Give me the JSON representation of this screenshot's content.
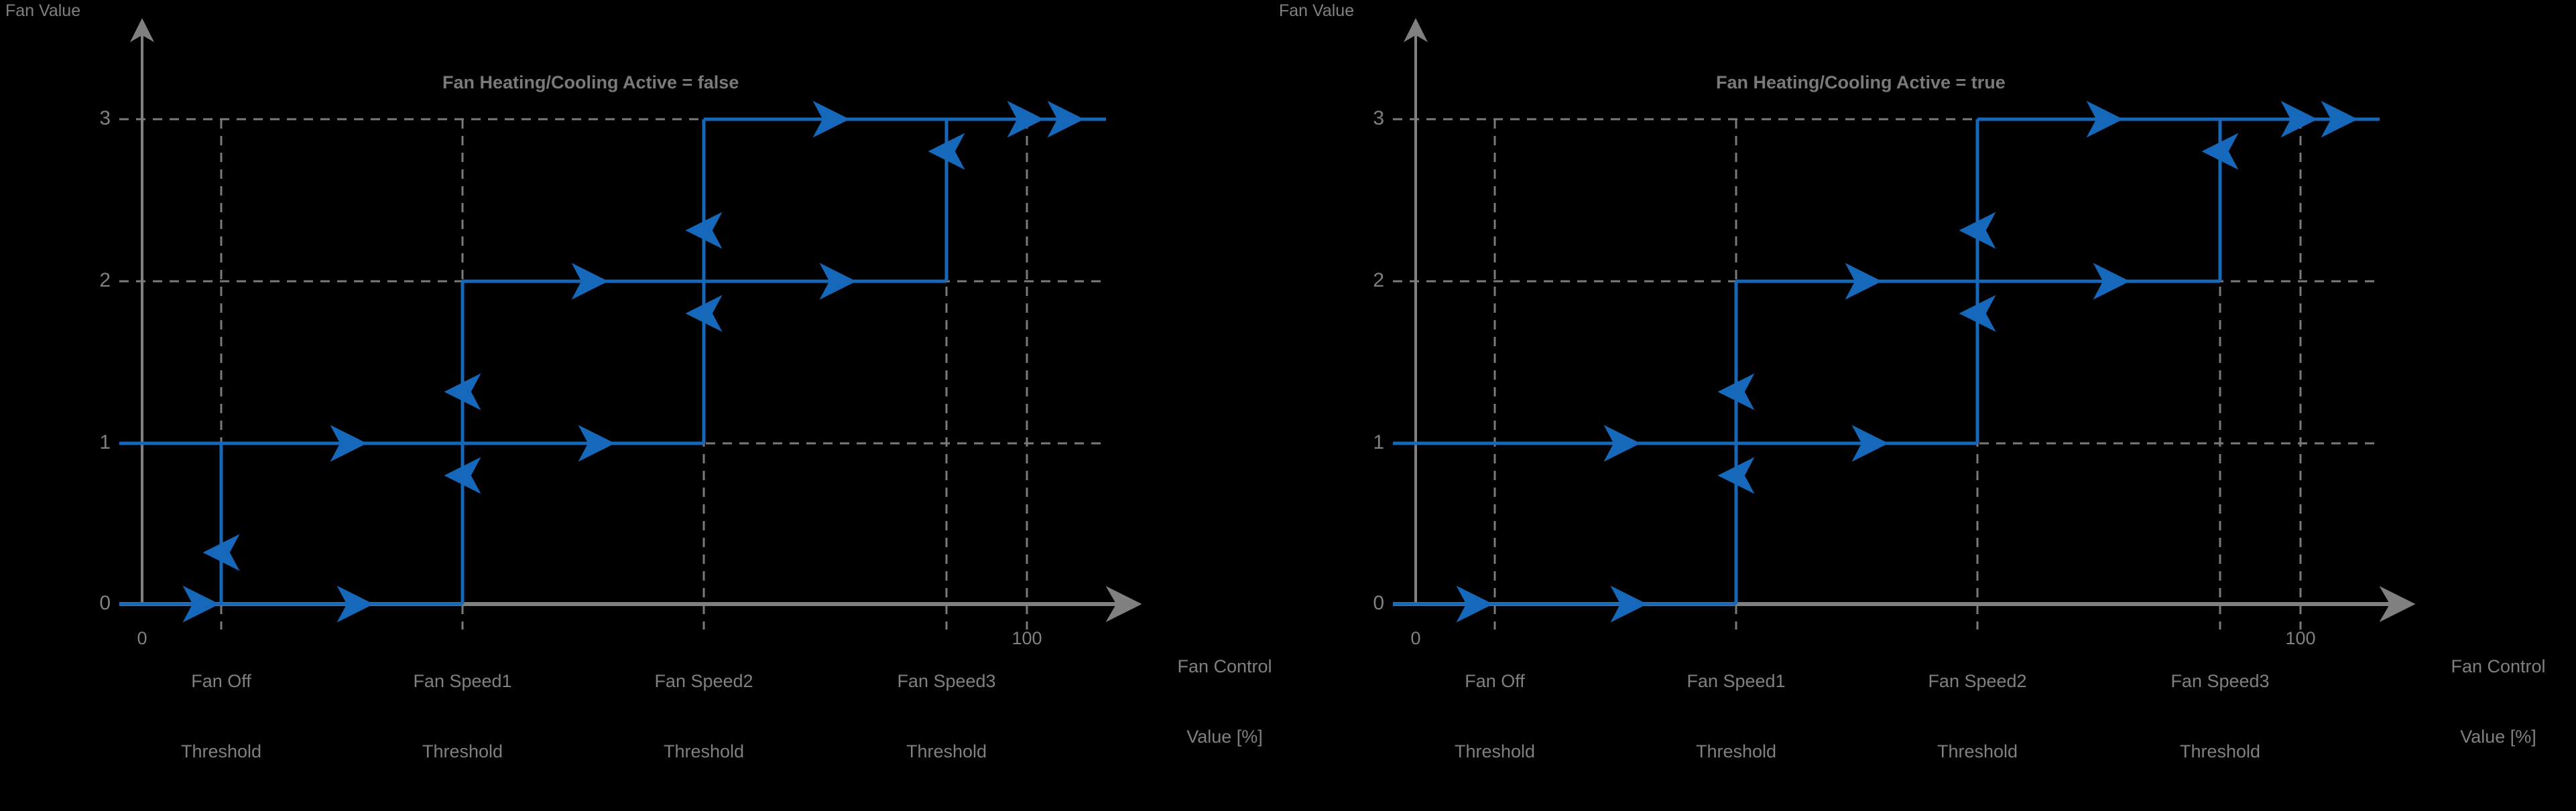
{
  "figure": {
    "background_color": "#000000",
    "line_color": "#1668bb",
    "axis_color": "#808080",
    "grid_color": "#7a7a7a"
  },
  "panels": [
    {
      "id": "fan-hysteresis-false",
      "title": "Fan Heating/Cooling Active = false",
      "y_axis_label": "Fan Value",
      "x_axis_label_line1": "Fan Control",
      "x_axis_label_line2": "Value [%]",
      "y_ticks": [
        "3",
        "2",
        "1",
        "0"
      ],
      "x_origin_label": "0",
      "x_max_label": "100",
      "x_categories": [
        {
          "line1": "Fan Off",
          "line2": "Threshold"
        },
        {
          "line1": "Fan Speed1",
          "line2": "Threshold"
        },
        {
          "line1": "Fan Speed2",
          "line2": "Threshold"
        },
        {
          "line1": "Fan Speed3",
          "line2": "Threshold"
        }
      ]
    },
    {
      "id": "fan-hysteresis-true",
      "title": "Fan Heating/Cooling Active = true",
      "y_axis_label": "Fan Value",
      "x_axis_label_line1": "Fan Control",
      "x_axis_label_line2": "Value [%]",
      "y_ticks": [
        "3",
        "2",
        "1",
        "0"
      ],
      "x_origin_label": "0",
      "x_max_label": "100",
      "x_categories": [
        {
          "line1": "Fan Off",
          "line2": "Threshold"
        },
        {
          "line1": "Fan Speed1",
          "line2": "Threshold"
        },
        {
          "line1": "Fan Speed2",
          "line2": "Threshold"
        },
        {
          "line1": "Fan Speed3",
          "line2": "Threshold"
        }
      ]
    }
  ],
  "chart_data": [
    {
      "type": "line",
      "title": "Fan Heating/Cooling Active = false",
      "xlabel": "Fan Control Value [%]",
      "ylabel": "Fan Value",
      "ylim": [
        0,
        3
      ],
      "yticks": [
        0,
        1,
        2,
        3
      ],
      "xlim": [
        0,
        100
      ],
      "xticks": [
        0,
        100
      ],
      "grid": true,
      "x_threshold_labels": [
        "Fan Off Threshold",
        "Fan Speed1 Threshold",
        "Fan Speed2 Threshold",
        "Fan Speed3 Threshold"
      ],
      "x_threshold_values": [
        9,
        36,
        63,
        90
      ],
      "series": [
        {
          "name": "rising (fan control value increasing)",
          "direction": "right",
          "points": [
            {
              "x": 0,
              "y": 0
            },
            {
              "x": 36,
              "y": 0
            },
            {
              "x": 36,
              "y": 1
            },
            {
              "x": 63,
              "y": 1
            },
            {
              "x": 63,
              "y": 2
            },
            {
              "x": 90,
              "y": 2
            },
            {
              "x": 90,
              "y": 3
            },
            {
              "x": 100,
              "y": 3
            }
          ]
        },
        {
          "name": "falling (fan control value decreasing)",
          "direction": "left",
          "points": [
            {
              "x": 100,
              "y": 3
            },
            {
              "x": 63,
              "y": 3
            },
            {
              "x": 63,
              "y": 2
            },
            {
              "x": 36,
              "y": 2
            },
            {
              "x": 36,
              "y": 1
            },
            {
              "x": 9,
              "y": 1
            },
            {
              "x": 9,
              "y": 0
            },
            {
              "x": 0,
              "y": 0
            }
          ]
        }
      ]
    },
    {
      "type": "line",
      "title": "Fan Heating/Cooling Active = true",
      "xlabel": "Fan Control Value [%]",
      "ylabel": "Fan Value",
      "ylim": [
        0,
        3
      ],
      "yticks": [
        0,
        1,
        2,
        3
      ],
      "xlim": [
        0,
        100
      ],
      "xticks": [
        0,
        100
      ],
      "grid": true,
      "x_threshold_labels": [
        "Fan Off Threshold",
        "Fan Speed1 Threshold",
        "Fan Speed2 Threshold",
        "Fan Speed3 Threshold"
      ],
      "x_threshold_values": [
        9,
        36,
        63,
        90
      ],
      "series": [
        {
          "name": "rising (fan control value increasing)",
          "direction": "right",
          "points": [
            {
              "x": 0,
              "y": 0
            },
            {
              "x": 36,
              "y": 0
            },
            {
              "x": 36,
              "y": 1
            },
            {
              "x": 63,
              "y": 1
            },
            {
              "x": 63,
              "y": 2
            },
            {
              "x": 90,
              "y": 2
            },
            {
              "x": 90,
              "y": 3
            },
            {
              "x": 100,
              "y": 3
            }
          ]
        },
        {
          "name": "falling (fan control value decreasing)",
          "direction": "left",
          "points": [
            {
              "x": 100,
              "y": 3
            },
            {
              "x": 63,
              "y": 3
            },
            {
              "x": 63,
              "y": 2
            },
            {
              "x": 36,
              "y": 2
            },
            {
              "x": 36,
              "y": 1
            },
            {
              "x": 0,
              "y": 1
            }
          ]
        }
      ]
    }
  ]
}
